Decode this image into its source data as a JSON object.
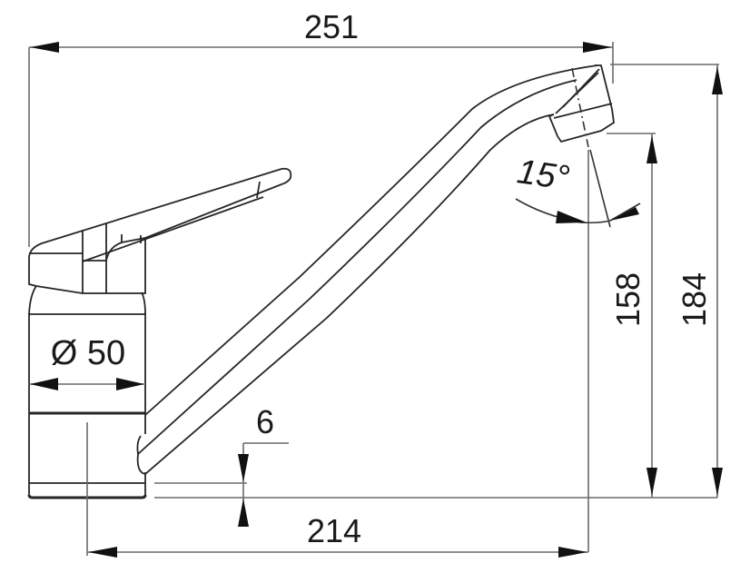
{
  "drawing": {
    "subject": "Single-lever kitchen faucet dimension drawing",
    "units": "mm",
    "colors": {
      "line": "#2b2b2b",
      "dimension_line": "#6a6a6a",
      "text": "#1a1a1a",
      "background": "#ffffff"
    }
  },
  "dimensions": {
    "overall_width": {
      "label": "251",
      "value": 251,
      "orientation": "horizontal"
    },
    "spout_reach": {
      "label": "214",
      "value": 214,
      "orientation": "horizontal"
    },
    "overall_height": {
      "label": "184",
      "value": 184,
      "orientation": "vertical"
    },
    "spout_height": {
      "label": "158",
      "value": 158,
      "orientation": "vertical"
    },
    "base_diameter": {
      "label": "Ø 50",
      "value": 50,
      "orientation": "horizontal"
    },
    "spout_clearance": {
      "label": "6",
      "value": 6,
      "orientation": "vertical"
    },
    "aerator_angle": {
      "label": "15°",
      "value": 15,
      "orientation": "angular"
    }
  }
}
